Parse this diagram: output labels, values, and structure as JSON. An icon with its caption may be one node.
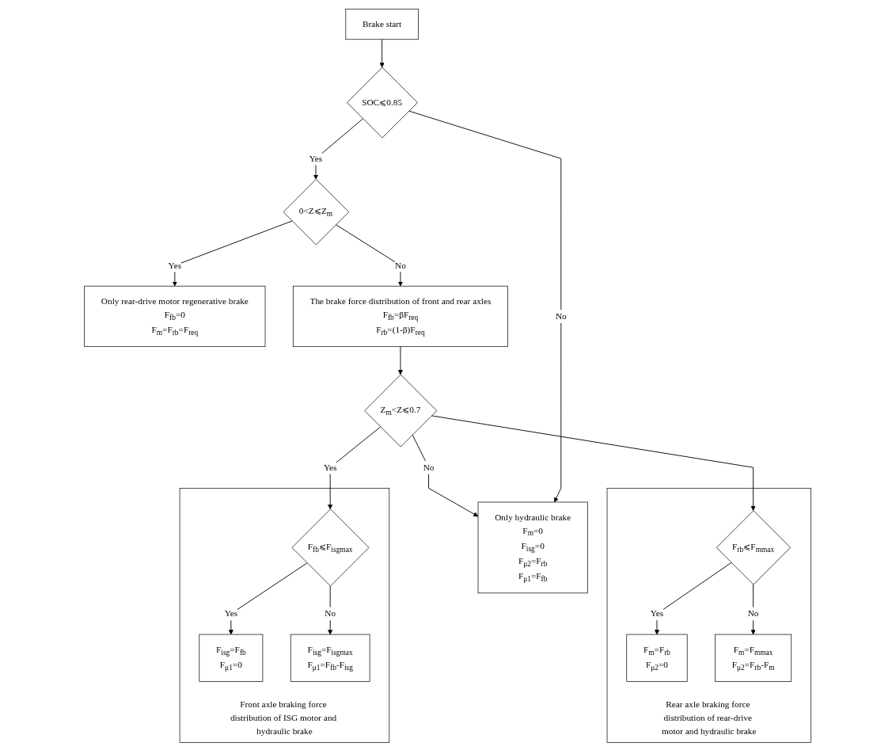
{
  "diagram": {
    "nodes": [
      {
        "text": [
          "Brake start"
        ]
      },
      {
        "text": [
          "SOC⩽0.85"
        ]
      },
      {
        "text": [
          "0<Z⩽Z$_{m}$"
        ]
      },
      {
        "text": [
          "Only rear-drive motor regenerative brake",
          "F$_{fb}$=0",
          "F$_{m}$=F$_{rb}$=F$_{req}$"
        ]
      },
      {
        "text": [
          "The brake force distribution of front and rear axles",
          "F$_{fb}$=βF$_{req}$",
          "F$_{rb}$=(1-β)F$_{req}$"
        ]
      },
      {
        "text": [
          "Z$_{m}$<Z⩽0.7"
        ]
      },
      {
        "text": [
          "Only hydraulic brake",
          "F$_{m}$=0",
          "F$_{isg}$=0",
          "F$_{μ2}$=F$_{rb}$",
          "F$_{μ1}$=F$_{fb}$"
        ]
      },
      {
        "text": [
          "Front axle braking force distribution of ISG motor and hydraulic brake"
        ]
      },
      {
        "text": [
          "F$_{fb}$⩽F$_{isgmax}$"
        ],
        "in": 7
      },
      {
        "text": [
          "F$_{isg}$=F$_{fb}$",
          "F$_{μ1}$=0"
        ],
        "in": 7
      },
      {
        "text": [
          "F$_{isg}$=F$_{isgmax}$",
          "F$_{μ1}$=F$_{fb}$-F$_{isg}$"
        ],
        "in": 7
      },
      {
        "text": [
          "Rear axle braking force distribution of rear-drive motor and hydraulic brake"
        ]
      },
      {
        "text": [
          "F$_{rb}$⩽F$_{mmax}$"
        ],
        "in": 11
      },
      {
        "text": [
          "F$_{m}$=F$_{rb}$",
          "F$_{μ2}$=0"
        ],
        "in": 11
      },
      {
        "text": [
          "F$_{m}$=F$_{mmax}$",
          "F$_{μ2}$=F$_{rb}$-F$_{m}$"
        ],
        "in": 11
      }
    ],
    "edges": [
      {
        "from": 0,
        "to": 1,
        "arrow": "to"
      },
      {
        "from": 1,
        "to": 2,
        "label": "Yes",
        "arrow": "to"
      },
      {
        "from": 1,
        "to": 6,
        "label": "No",
        "arrow": "to"
      },
      {
        "from": 2,
        "to": 3,
        "label": "Yes",
        "arrow": "to"
      },
      {
        "from": 2,
        "to": 4,
        "label": "No",
        "arrow": "to"
      },
      {
        "from": 4,
        "to": 5,
        "arrow": "to"
      },
      {
        "from": 5,
        "to": 6,
        "label": "No",
        "arrow": "to"
      },
      {
        "from": 5,
        "to": 8,
        "label": "Yes",
        "arrow": "to"
      },
      {
        "from": 5,
        "to": 12,
        "arrow": "to"
      },
      {
        "from": 8,
        "to": 9,
        "label": "Yes",
        "arrow": "to"
      },
      {
        "from": 8,
        "to": 10,
        "label": "No",
        "arrow": "to"
      },
      {
        "from": 12,
        "to": 13,
        "label": "Yes",
        "arrow": "to"
      },
      {
        "from": 12,
        "to": 14,
        "label": "No",
        "arrow": "to"
      }
    ]
  }
}
